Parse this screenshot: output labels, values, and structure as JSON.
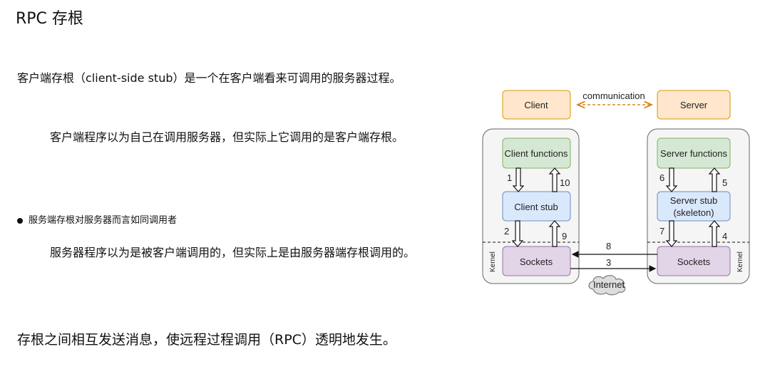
{
  "title": "RPC 存根",
  "paragraphs": {
    "p1": "客户端存根（client-side stub）是一个在客户端看来可调用的服务器过程。",
    "p2": "客户端程序以为自己在调用服务器，但实际上它调用的是客户端存根。",
    "bullet": "服务端存根对服务器而言如同调用者",
    "p3": "服务器程序以为是被客户端调用的，但实际上是由服务器端存根调用的。",
    "p4": "存根之间相互发送消息，使远程过程调用（RPC）透明地发生。"
  },
  "diagram": {
    "client": "Client",
    "server": "Server",
    "communication": "communication",
    "client_functions": "Client functions",
    "client_stub": "Client stub",
    "client_sockets": "Sockets",
    "server_functions": "Server functions",
    "server_stub_1": "Server stub",
    "server_stub_2": "(skeleton)",
    "server_sockets": "Sockets",
    "kernel": "Kernel",
    "internet": "Internet",
    "steps": [
      "1",
      "2",
      "3",
      "4",
      "5",
      "6",
      "7",
      "8",
      "9",
      "10"
    ],
    "colors": {
      "orange": "#ffe6cc",
      "green": "#d5e8d4",
      "blue": "#dae8fc",
      "purple": "#e1d5e7",
      "container": "#f5f5f5"
    }
  }
}
